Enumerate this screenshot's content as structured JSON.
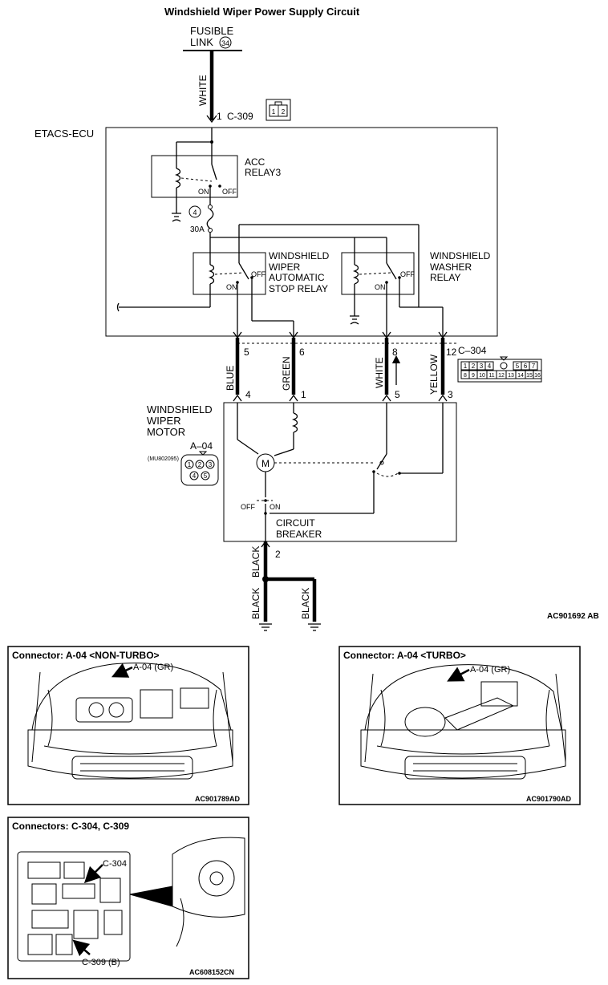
{
  "title": "Windshield Wiper Power Supply Circuit",
  "fusible_link": {
    "label_line1": "FUSIBLE",
    "label_line2": "LINK",
    "number": "34"
  },
  "connector_c309": {
    "pin": "1",
    "name": "C-309",
    "pins": [
      "1",
      "2"
    ]
  },
  "ecu": {
    "label": "ETACS-ECU"
  },
  "acc_relay": {
    "line1": "ACC",
    "line2": "RELAY3",
    "on": "ON",
    "off": "OFF"
  },
  "fuse": {
    "number": "4",
    "rating": "30A"
  },
  "auto_stop_relay": {
    "line1": "WINDSHIELD",
    "line2": "WIPER",
    "line3": "AUTOMATIC",
    "line4": "STOP RELAY",
    "on": "ON",
    "off": "OFF"
  },
  "washer_relay": {
    "line1": "WINDSHIELD",
    "line2": "WASHER",
    "line3": "RELAY",
    "on": "ON",
    "off": "OFF"
  },
  "connector_c304": {
    "name": "C–304",
    "row1": [
      "1",
      "2",
      "3",
      "4",
      "5",
      "6",
      "7"
    ],
    "row2": [
      "8",
      "9",
      "10",
      "11",
      "12",
      "13",
      "14",
      "15",
      "16"
    ]
  },
  "wires": [
    {
      "color": "BLUE",
      "ecu_pin": "5",
      "motor_pin": "4"
    },
    {
      "color": "GREEN",
      "ecu_pin": "6",
      "motor_pin": "1"
    },
    {
      "color": "WHITE",
      "ecu_pin": "8",
      "motor_pin": "5"
    },
    {
      "color": "YELLOW",
      "ecu_pin": "12",
      "motor_pin": "3"
    }
  ],
  "top_wire": {
    "color": "WHITE"
  },
  "motor": {
    "line1": "WINDSHIELD",
    "line2": "WIPER",
    "line3": "MOTOR",
    "symbol": "M",
    "connector": "A–04",
    "part_no": "(MU802095)",
    "pins": [
      "1",
      "2",
      "3",
      "4",
      "5"
    ],
    "off": "OFF",
    "on": "ON",
    "breaker_line1": "CIRCUIT",
    "breaker_line2": "BREAKER"
  },
  "ground": {
    "pin": "2",
    "wire1": "BLACK",
    "wire2": "BLACK",
    "wire3": "BLACK"
  },
  "diagram_code": "AC901692 AB",
  "panels": [
    {
      "title": "Connector: A-04 <NON-TURBO>",
      "label": "A-04 (GR)",
      "code": "AC901789AD"
    },
    {
      "title": "Connector: A-04 <TURBO>",
      "label": "A-04 (GR)",
      "code": "AC901790AD"
    },
    {
      "title": "Connectors: C-304, C-309",
      "label1": "C-304",
      "label2": "C-309 (B)",
      "code": "AC608152CN"
    }
  ]
}
